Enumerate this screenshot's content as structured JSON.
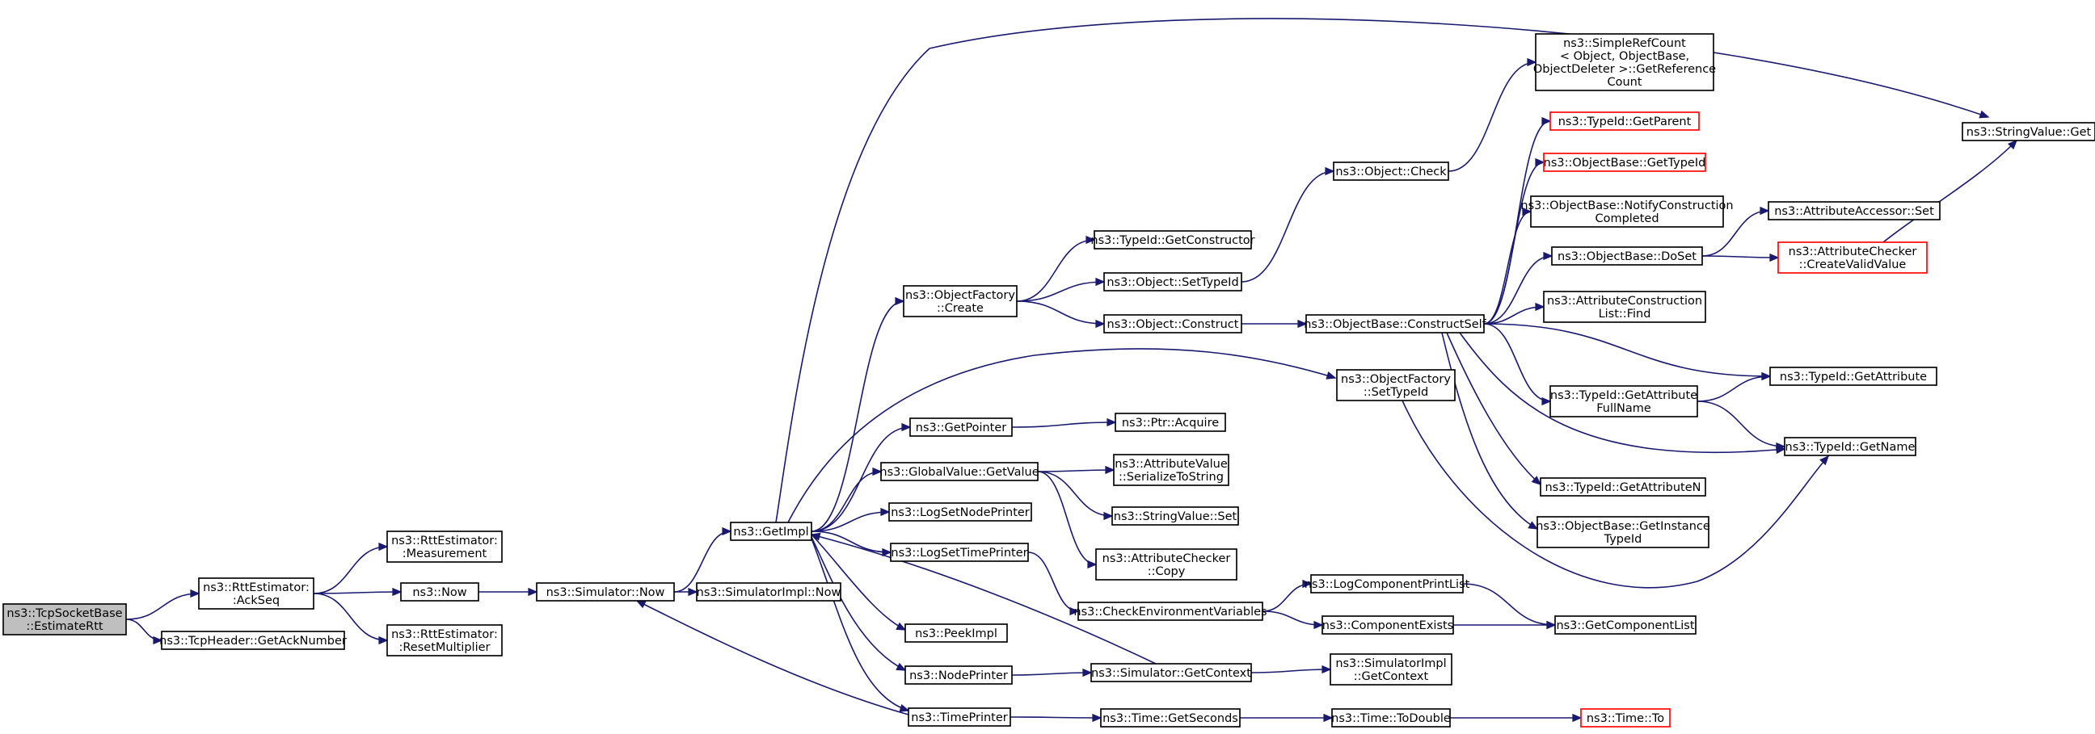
{
  "colors": {
    "edge": "#191970",
    "node_border": "#000000",
    "node_border_incomplete": "#ff0000",
    "node_fill": "#ffffff",
    "root_fill": "#bfbfbf",
    "text": "#000000"
  },
  "nodes": [
    {
      "id": "estimate_rtt",
      "lines": [
        "ns3::TcpSocketBase",
        "::EstimateRtt"
      ],
      "style": "root"
    },
    {
      "id": "ack_seq",
      "lines": [
        "ns3::RttEstimator:",
        ":AckSeq"
      ],
      "style": "normal"
    },
    {
      "id": "get_ack_number",
      "lines": [
        "ns3::TcpHeader::GetAckNumber"
      ],
      "style": "normal"
    },
    {
      "id": "measurement",
      "lines": [
        "ns3::RttEstimator:",
        ":Measurement"
      ],
      "style": "normal"
    },
    {
      "id": "now",
      "lines": [
        "ns3::Now"
      ],
      "style": "normal"
    },
    {
      "id": "reset_multiplier",
      "lines": [
        "ns3::RttEstimator:",
        ":ResetMultiplier"
      ],
      "style": "normal"
    },
    {
      "id": "simulator_now",
      "lines": [
        "ns3::Simulator::Now"
      ],
      "style": "normal"
    },
    {
      "id": "get_impl",
      "lines": [
        "ns3::GetImpl"
      ],
      "style": "normal"
    },
    {
      "id": "simulatorimpl_now",
      "lines": [
        "ns3::SimulatorImpl::Now"
      ],
      "style": "normal"
    },
    {
      "id": "objectfactory_create",
      "lines": [
        "ns3::ObjectFactory",
        "::Create"
      ],
      "style": "normal"
    },
    {
      "id": "get_pointer",
      "lines": [
        "ns3::GetPointer"
      ],
      "style": "normal"
    },
    {
      "id": "globalvalue_getvalue",
      "lines": [
        "ns3::GlobalValue::GetValue"
      ],
      "style": "normal"
    },
    {
      "id": "log_set_node_printer",
      "lines": [
        "ns3::LogSetNodePrinter"
      ],
      "style": "normal"
    },
    {
      "id": "log_set_time_printer",
      "lines": [
        "ns3::LogSetTimePrinter"
      ],
      "style": "normal"
    },
    {
      "id": "peek_impl",
      "lines": [
        "ns3::PeekImpl"
      ],
      "style": "normal"
    },
    {
      "id": "node_printer",
      "lines": [
        "ns3::NodePrinter"
      ],
      "style": "normal"
    },
    {
      "id": "time_printer",
      "lines": [
        "ns3::TimePrinter"
      ],
      "style": "normal"
    },
    {
      "id": "typeid_getconstructor",
      "lines": [
        "ns3::TypeId::GetConstructor"
      ],
      "style": "normal"
    },
    {
      "id": "object_settypeid",
      "lines": [
        "ns3::Object::SetTypeId"
      ],
      "style": "normal"
    },
    {
      "id": "object_construct",
      "lines": [
        "ns3::Object::Construct"
      ],
      "style": "normal"
    },
    {
      "id": "ptr_acquire",
      "lines": [
        "ns3::Ptr::Acquire"
      ],
      "style": "normal"
    },
    {
      "id": "attrvalue_serialize",
      "lines": [
        "ns3::AttributeValue",
        "::SerializeToString"
      ],
      "style": "normal"
    },
    {
      "id": "stringvalue_set",
      "lines": [
        "ns3::StringValue::Set"
      ],
      "style": "normal"
    },
    {
      "id": "attrchecker_copy",
      "lines": [
        "ns3::AttributeChecker",
        "::Copy"
      ],
      "style": "normal"
    },
    {
      "id": "check_env_vars",
      "lines": [
        "ns3::CheckEnvironmentVariables"
      ],
      "style": "normal"
    },
    {
      "id": "simulator_getcontext",
      "lines": [
        "ns3::Simulator::GetContext"
      ],
      "style": "normal"
    },
    {
      "id": "time_getseconds",
      "lines": [
        "ns3::Time::GetSeconds"
      ],
      "style": "normal"
    },
    {
      "id": "object_check",
      "lines": [
        "ns3::Object::Check"
      ],
      "style": "normal"
    },
    {
      "id": "objectbase_constructself",
      "lines": [
        "ns3::ObjectBase::ConstructSelf"
      ],
      "style": "normal"
    },
    {
      "id": "objectfactory_settypeid",
      "lines": [
        "ns3::ObjectFactory",
        "::SetTypeId"
      ],
      "style": "normal"
    },
    {
      "id": "log_component_print_list",
      "lines": [
        "ns3::LogComponentPrintList"
      ],
      "style": "normal"
    },
    {
      "id": "component_exists",
      "lines": [
        "ns3::ComponentExists"
      ],
      "style": "normal"
    },
    {
      "id": "simulatorimpl_getcontext",
      "lines": [
        "ns3::SimulatorImpl",
        "::GetContext"
      ],
      "style": "normal"
    },
    {
      "id": "time_todouble",
      "lines": [
        "ns3::Time::ToDouble"
      ],
      "style": "normal"
    },
    {
      "id": "simple_ref_count",
      "lines": [
        "ns3::SimpleRefCount",
        "< Object, ObjectBase,",
        "ObjectDeleter >::GetReference",
        "Count"
      ],
      "style": "normal"
    },
    {
      "id": "typeid_getparent",
      "lines": [
        "ns3::TypeId::GetParent"
      ],
      "style": "incomplete"
    },
    {
      "id": "objectbase_gettypeid",
      "lines": [
        "ns3::ObjectBase::GetTypeId"
      ],
      "style": "incomplete"
    },
    {
      "id": "objectbase_notify",
      "lines": [
        "ns3::ObjectBase::NotifyConstruction",
        "Completed"
      ],
      "style": "normal"
    },
    {
      "id": "objectbase_doset",
      "lines": [
        "ns3::ObjectBase::DoSet"
      ],
      "style": "normal"
    },
    {
      "id": "attr_construction_find",
      "lines": [
        "ns3::AttributeConstruction",
        "List::Find"
      ],
      "style": "normal"
    },
    {
      "id": "typeid_getattributefullname",
      "lines": [
        "ns3::TypeId::GetAttribute",
        "FullName"
      ],
      "style": "normal"
    },
    {
      "id": "typeid_getattributen",
      "lines": [
        "ns3::TypeId::GetAttributeN"
      ],
      "style": "normal"
    },
    {
      "id": "objectbase_getinstancetypeid",
      "lines": [
        "ns3::ObjectBase::GetInstance",
        "TypeId"
      ],
      "style": "normal"
    },
    {
      "id": "get_component_list",
      "lines": [
        "ns3::GetComponentList"
      ],
      "style": "normal"
    },
    {
      "id": "time_to",
      "lines": [
        "ns3::Time::To"
      ],
      "style": "incomplete"
    },
    {
      "id": "stringvalue_get",
      "lines": [
        "ns3::StringValue::Get"
      ],
      "style": "normal"
    },
    {
      "id": "attraccessor_set",
      "lines": [
        "ns3::AttributeAccessor::Set"
      ],
      "style": "normal"
    },
    {
      "id": "attrchecker_createvalid",
      "lines": [
        "ns3::AttributeChecker",
        "::CreateValidValue"
      ],
      "style": "incomplete"
    },
    {
      "id": "typeid_getattribute",
      "lines": [
        "ns3::TypeId::GetAttribute"
      ],
      "style": "normal"
    },
    {
      "id": "typeid_getname",
      "lines": [
        "ns3::TypeId::GetName"
      ],
      "style": "normal"
    }
  ],
  "edges": [
    [
      "estimate_rtt",
      "ack_seq"
    ],
    [
      "estimate_rtt",
      "get_ack_number"
    ],
    [
      "ack_seq",
      "measurement"
    ],
    [
      "ack_seq",
      "now"
    ],
    [
      "ack_seq",
      "reset_multiplier"
    ],
    [
      "now",
      "simulator_now"
    ],
    [
      "simulator_now",
      "get_impl"
    ],
    [
      "simulator_now",
      "simulatorimpl_now"
    ],
    [
      "get_impl",
      "objectfactory_create"
    ],
    [
      "get_impl",
      "stringvalue_get"
    ],
    [
      "get_impl",
      "objectfactory_settypeid"
    ],
    [
      "get_impl",
      "get_pointer"
    ],
    [
      "get_impl",
      "globalvalue_getvalue"
    ],
    [
      "get_impl",
      "log_set_node_printer"
    ],
    [
      "get_impl",
      "log_set_time_printer"
    ],
    [
      "get_impl",
      "peek_impl"
    ],
    [
      "get_impl",
      "node_printer"
    ],
    [
      "get_impl",
      "time_printer"
    ],
    [
      "objectfactory_create",
      "typeid_getconstructor"
    ],
    [
      "objectfactory_create",
      "object_settypeid"
    ],
    [
      "objectfactory_create",
      "object_construct"
    ],
    [
      "object_settypeid",
      "object_check"
    ],
    [
      "object_check",
      "simple_ref_count"
    ],
    [
      "object_construct",
      "objectbase_constructself"
    ],
    [
      "objectbase_constructself",
      "typeid_getparent"
    ],
    [
      "objectbase_constructself",
      "objectbase_gettypeid"
    ],
    [
      "objectbase_constructself",
      "objectbase_notify"
    ],
    [
      "objectbase_constructself",
      "objectbase_doset"
    ],
    [
      "objectbase_constructself",
      "attr_construction_find"
    ],
    [
      "objectbase_constructself",
      "typeid_getattribute"
    ],
    [
      "objectbase_constructself",
      "typeid_getattributefullname"
    ],
    [
      "objectbase_constructself",
      "typeid_getname"
    ],
    [
      "objectbase_constructself",
      "typeid_getattributen"
    ],
    [
      "objectbase_constructself",
      "objectbase_getinstancetypeid"
    ],
    [
      "objectbase_doset",
      "attraccessor_set"
    ],
    [
      "objectbase_doset",
      "attrchecker_createvalid"
    ],
    [
      "attrchecker_createvalid",
      "stringvalue_get"
    ],
    [
      "typeid_getattributefullname",
      "typeid_getattribute"
    ],
    [
      "typeid_getattributefullname",
      "typeid_getname"
    ],
    [
      "objectfactory_settypeid",
      "typeid_getname"
    ],
    [
      "get_pointer",
      "ptr_acquire"
    ],
    [
      "globalvalue_getvalue",
      "attrvalue_serialize"
    ],
    [
      "globalvalue_getvalue",
      "stringvalue_set"
    ],
    [
      "globalvalue_getvalue",
      "attrchecker_copy"
    ],
    [
      "log_set_time_printer",
      "check_env_vars"
    ],
    [
      "check_env_vars",
      "log_component_print_list"
    ],
    [
      "check_env_vars",
      "component_exists"
    ],
    [
      "log_component_print_list",
      "get_component_list"
    ],
    [
      "component_exists",
      "get_component_list"
    ],
    [
      "node_printer",
      "simulator_getcontext"
    ],
    [
      "simulator_getcontext",
      "get_impl"
    ],
    [
      "simulator_getcontext",
      "simulatorimpl_getcontext"
    ],
    [
      "time_printer",
      "simulator_now"
    ],
    [
      "time_printer",
      "time_getseconds"
    ],
    [
      "time_getseconds",
      "time_todouble"
    ],
    [
      "time_todouble",
      "time_to"
    ]
  ]
}
